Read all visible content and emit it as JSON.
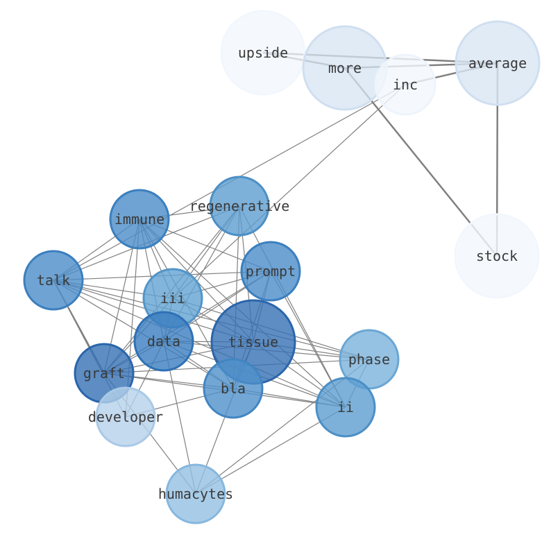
{
  "graph": {
    "type": "network",
    "nodes": [
      {
        "id": "upside",
        "label": "upside",
        "color": "#f2f7fd",
        "stroke": "#f2f7fd",
        "opacity": 0.75
      },
      {
        "id": "more",
        "label": "more",
        "color": "#d6e4f3",
        "stroke": "#cfdff0",
        "opacity": 0.75
      },
      {
        "id": "inc",
        "label": "inc",
        "color": "#f2f7fd",
        "stroke": "#eef4fb",
        "opacity": 0.8
      },
      {
        "id": "average",
        "label": "average",
        "color": "#d9e6f4",
        "stroke": "#cfdff0",
        "opacity": 0.8
      },
      {
        "id": "stock",
        "label": "stock",
        "color": "#f2f7fd",
        "stroke": "#f2f7fd",
        "opacity": 0.8
      },
      {
        "id": "immune",
        "label": "immune",
        "color": "#4a8cc8",
        "stroke": "#3b7fbe",
        "opacity": 0.8
      },
      {
        "id": "regenerative",
        "label": "regenerative",
        "color": "#5c9dcf",
        "stroke": "#4b8fc6",
        "opacity": 0.8
      },
      {
        "id": "talk",
        "label": "talk",
        "color": "#4a8cc8",
        "stroke": "#3b7fbe",
        "opacity": 0.8
      },
      {
        "id": "prompt",
        "label": "prompt",
        "color": "#4a8cc8",
        "stroke": "#3b7fbe",
        "opacity": 0.8
      },
      {
        "id": "iii",
        "label": "iii",
        "color": "#62a2d2",
        "stroke": "#5295c9",
        "opacity": 0.8
      },
      {
        "id": "data",
        "label": "data",
        "color": "#3a7dbf",
        "stroke": "#2e71b6",
        "opacity": 0.8
      },
      {
        "id": "tissue",
        "label": "tissue",
        "color": "#3470b4",
        "stroke": "#2a65ab",
        "opacity": 0.8
      },
      {
        "id": "phase",
        "label": "phase",
        "color": "#7ab3dc",
        "stroke": "#6aa6d4",
        "opacity": 0.8
      },
      {
        "id": "graft",
        "label": "graft",
        "color": "#3470b4",
        "stroke": "#2a65ab",
        "opacity": 0.8
      },
      {
        "id": "bla",
        "label": "bla",
        "color": "#4f91ca",
        "stroke": "#4285c2",
        "opacity": 0.8
      },
      {
        "id": "ii",
        "label": "ii",
        "color": "#5c9dcf",
        "stroke": "#4b8fc6",
        "opacity": 0.8
      },
      {
        "id": "developer",
        "label": "developer",
        "color": "#b5d1ea",
        "stroke": "#a9c9e6",
        "opacity": 0.8
      },
      {
        "id": "humacytes",
        "label": "humacytes",
        "color": "#94c0e2",
        "stroke": "#86b7de",
        "opacity": 0.8
      }
    ],
    "edges": [
      {
        "source": "upside",
        "target": "average",
        "weight": 2.5
      },
      {
        "source": "upside",
        "target": "more",
        "weight": 2.5
      },
      {
        "source": "more",
        "target": "average",
        "weight": 2.5
      },
      {
        "source": "inc",
        "target": "average",
        "weight": 2.5
      },
      {
        "source": "more",
        "target": "stock",
        "weight": 2.5
      },
      {
        "source": "average",
        "target": "stock",
        "weight": 2.5
      },
      {
        "source": "inc",
        "target": "talk",
        "weight": 1.2
      },
      {
        "source": "inc",
        "target": "iii",
        "weight": 1.2
      },
      {
        "source": "immune",
        "target": "regenerative",
        "weight": 1.2
      },
      {
        "source": "immune",
        "target": "talk",
        "weight": 1.2
      },
      {
        "source": "immune",
        "target": "prompt",
        "weight": 1.2
      },
      {
        "source": "immune",
        "target": "iii",
        "weight": 1.2
      },
      {
        "source": "immune",
        "target": "data",
        "weight": 1.2
      },
      {
        "source": "immune",
        "target": "tissue",
        "weight": 1.2
      },
      {
        "source": "immune",
        "target": "graft",
        "weight": 1.2
      },
      {
        "source": "immune",
        "target": "bla",
        "weight": 1.2
      },
      {
        "source": "immune",
        "target": "ii",
        "weight": 1.2
      },
      {
        "source": "immune",
        "target": "developer",
        "weight": 1.2
      },
      {
        "source": "regenerative",
        "target": "talk",
        "weight": 1.2
      },
      {
        "source": "regenerative",
        "target": "iii",
        "weight": 1.2
      },
      {
        "source": "regenerative",
        "target": "data",
        "weight": 1.2
      },
      {
        "source": "regenerative",
        "target": "tissue",
        "weight": 1.2
      },
      {
        "source": "regenerative",
        "target": "bla",
        "weight": 1.2
      },
      {
        "source": "regenerative",
        "target": "ii",
        "weight": 1.2
      },
      {
        "source": "regenerative",
        "target": "graft",
        "weight": 1.2
      },
      {
        "source": "talk",
        "target": "prompt",
        "weight": 1.2
      },
      {
        "source": "talk",
        "target": "iii",
        "weight": 1.2
      },
      {
        "source": "talk",
        "target": "tissue",
        "weight": 1.2
      },
      {
        "source": "talk",
        "target": "graft",
        "weight": 2.0
      },
      {
        "source": "talk",
        "target": "bla",
        "weight": 1.2
      },
      {
        "source": "talk",
        "target": "phase",
        "weight": 1.2
      },
      {
        "source": "talk",
        "target": "ii",
        "weight": 1.2
      },
      {
        "source": "talk",
        "target": "developer",
        "weight": 1.2
      },
      {
        "source": "prompt",
        "target": "iii",
        "weight": 1.2
      },
      {
        "source": "prompt",
        "target": "data",
        "weight": 1.2
      },
      {
        "source": "prompt",
        "target": "tissue",
        "weight": 1.2
      },
      {
        "source": "prompt",
        "target": "graft",
        "weight": 1.2
      },
      {
        "source": "prompt",
        "target": "bla",
        "weight": 1.2
      },
      {
        "source": "prompt",
        "target": "ii",
        "weight": 1.2
      },
      {
        "source": "iii",
        "target": "data",
        "weight": 1.2
      },
      {
        "source": "iii",
        "target": "tissue",
        "weight": 1.2
      },
      {
        "source": "iii",
        "target": "phase",
        "weight": 1.2
      },
      {
        "source": "iii",
        "target": "graft",
        "weight": 1.2
      },
      {
        "source": "data",
        "target": "tissue",
        "weight": 1.2
      },
      {
        "source": "data",
        "target": "phase",
        "weight": 1.2
      },
      {
        "source": "data",
        "target": "graft",
        "weight": 1.2
      },
      {
        "source": "data",
        "target": "bla",
        "weight": 1.2
      },
      {
        "source": "data",
        "target": "ii",
        "weight": 1.2
      },
      {
        "source": "data",
        "target": "developer",
        "weight": 1.2
      },
      {
        "source": "data",
        "target": "humacytes",
        "weight": 1.2
      },
      {
        "source": "tissue",
        "target": "phase",
        "weight": 1.2
      },
      {
        "source": "tissue",
        "target": "graft",
        "weight": 1.2
      },
      {
        "source": "tissue",
        "target": "ii",
        "weight": 1.2
      },
      {
        "source": "tissue",
        "target": "humacytes",
        "weight": 1.2
      },
      {
        "source": "tissue",
        "target": "bla",
        "weight": 1.2
      },
      {
        "source": "graft",
        "target": "phase",
        "weight": 1.2
      },
      {
        "source": "graft",
        "target": "bla",
        "weight": 1.2
      },
      {
        "source": "graft",
        "target": "ii",
        "weight": 1.2
      },
      {
        "source": "graft",
        "target": "humacytes",
        "weight": 1.2
      },
      {
        "source": "bla",
        "target": "ii",
        "weight": 1.2
      },
      {
        "source": "bla",
        "target": "developer",
        "weight": 1.2
      },
      {
        "source": "phase",
        "target": "ii",
        "weight": 1.2
      },
      {
        "source": "phase",
        "target": "humacytes",
        "weight": 1.2
      },
      {
        "source": "ii",
        "target": "humacytes",
        "weight": 1.2
      }
    ]
  }
}
